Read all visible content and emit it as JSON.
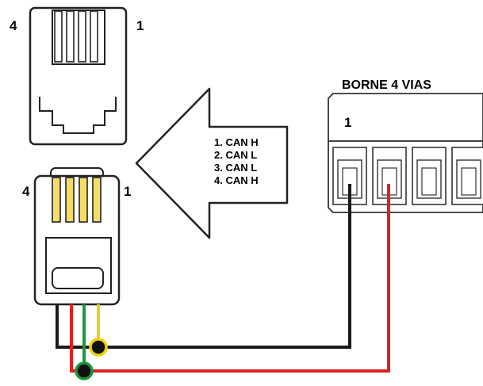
{
  "jack": {
    "pin_left": "4",
    "pin_right": "1"
  },
  "plug": {
    "pin_left": "4",
    "pin_right": "1"
  },
  "arrow": {
    "lines": [
      "1. CAN H",
      "2. CAN L",
      "3. CAN L",
      "4. CAN H"
    ]
  },
  "terminal": {
    "title": "BORNE 4 VIAS",
    "pin_label": "1"
  },
  "colors": {
    "black_wire": "#1a1a1a",
    "red_wire": "#e02020",
    "green_wire": "#1a9a3a",
    "yellow_wire": "#f0d000"
  }
}
